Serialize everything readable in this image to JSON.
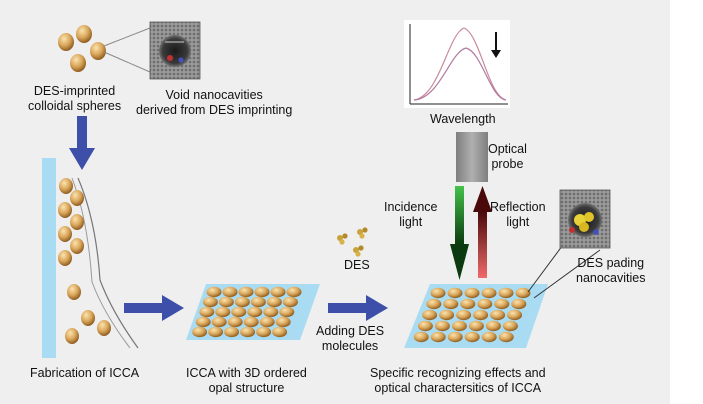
{
  "labels": {
    "des_imprinted_spheres": [
      "DES-imprinted",
      "colloidal spheres"
    ],
    "void_nanocavities": [
      "Void nanocavities",
      "derived from DES imprinting"
    ],
    "wavelength": "Wavelength",
    "optical_probe": [
      "Optical",
      "probe"
    ],
    "incidence_light": [
      "Incidence",
      "light"
    ],
    "reflection_light": [
      "Reflection",
      "light"
    ],
    "des": "DES",
    "des_pading": [
      "DES pading",
      "nanocavities"
    ],
    "fabrication": "Fabrication of ICCA",
    "icca_opal": [
      "ICCA with 3D ordered",
      "opal structure"
    ],
    "adding_des": [
      "Adding DES",
      "molecules"
    ],
    "specific_effects": [
      "Specific recognizing effects and",
      "optical charactersitics of ICCA"
    ]
  },
  "colors": {
    "panel_background": "#efefef",
    "flow_arrow": "#3d4fa8",
    "sphere": "#d9a65a",
    "substrate": "#a9dcf2",
    "incidence_arrow": "#2eaa3a",
    "reflection_arrow": "#c23a3a",
    "probe": "#9a9a9a",
    "spectrum_curve": "#c98a9a"
  },
  "icons": [
    "sphere-cluster",
    "nanocavity-inset",
    "spectrum-plot",
    "down-arrow",
    "optical-probe",
    "des-molecule",
    "opal-array"
  ]
}
